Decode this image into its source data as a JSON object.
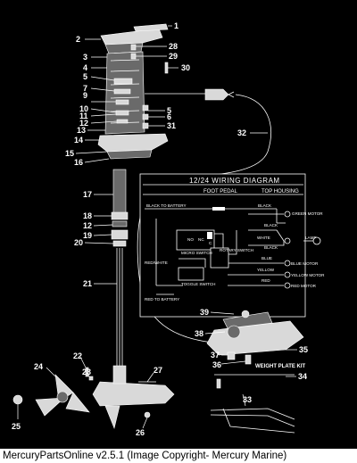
{
  "callouts": [
    {
      "id": "c1",
      "label": "1"
    },
    {
      "id": "c2",
      "label": "2"
    },
    {
      "id": "c3",
      "label": "3"
    },
    {
      "id": "c4",
      "label": "4"
    },
    {
      "id": "c5a",
      "label": "5"
    },
    {
      "id": "c5b",
      "label": "5"
    },
    {
      "id": "c6",
      "label": "6"
    },
    {
      "id": "c7",
      "label": "7"
    },
    {
      "id": "c9",
      "label": "9"
    },
    {
      "id": "c10",
      "label": "10"
    },
    {
      "id": "c11",
      "label": "11"
    },
    {
      "id": "c12a",
      "label": "12"
    },
    {
      "id": "c12b",
      "label": "12"
    },
    {
      "id": "c13",
      "label": "13"
    },
    {
      "id": "c14",
      "label": "14"
    },
    {
      "id": "c15",
      "label": "15"
    },
    {
      "id": "c16",
      "label": "16"
    },
    {
      "id": "c17",
      "label": "17"
    },
    {
      "id": "c18",
      "label": "18"
    },
    {
      "id": "c19",
      "label": "19"
    },
    {
      "id": "c20",
      "label": "20"
    },
    {
      "id": "c21",
      "label": "21"
    },
    {
      "id": "c22",
      "label": "22"
    },
    {
      "id": "c23",
      "label": "23"
    },
    {
      "id": "c24",
      "label": "24"
    },
    {
      "id": "c25",
      "label": "25"
    },
    {
      "id": "c26",
      "label": "26"
    },
    {
      "id": "c27",
      "label": "27"
    },
    {
      "id": "c28",
      "label": "28"
    },
    {
      "id": "c29",
      "label": "29"
    },
    {
      "id": "c30",
      "label": "30"
    },
    {
      "id": "c31",
      "label": "31"
    },
    {
      "id": "c32",
      "label": "32"
    },
    {
      "id": "c33",
      "label": "33"
    },
    {
      "id": "c34",
      "label": "34"
    },
    {
      "id": "c35",
      "label": "35"
    },
    {
      "id": "c36",
      "label": "36"
    },
    {
      "id": "c37",
      "label": "37"
    },
    {
      "id": "c38",
      "label": "38"
    },
    {
      "id": "c39",
      "label": "39"
    }
  ],
  "wiring": {
    "title": "12/24 WIRING DIAGRAM",
    "foot_pedal": "FOOT PEDAL",
    "top_housing": "TOP HOUSING",
    "black_to_battery": "BLACK TO BATTERY",
    "black1": "BLACK",
    "black2": "BLACK",
    "black3": "BLACK",
    "green_motor": "GREEN MOTOR",
    "lamp": "LAMP",
    "white": "WHITE",
    "no": "NO",
    "nc": "NC",
    "c": "C",
    "micro_switch": "MICRO SWITCH",
    "rotary_switch": "ROTARY SWITCH",
    "blue": "BLUE",
    "blue_motor": "BLUE MOTOR",
    "yellow": "YELLOW",
    "yellow_motor": "YELLOW MOTOR",
    "red": "RED",
    "red_motor": "RED MOTOR",
    "red_white": "RED/WHITE",
    "toggle_switch": "TOGGLE SWITCH",
    "red_to_battery": "RED TO BATTERY"
  },
  "weight_plate_kit": "WEIGHT PLATE KIT",
  "footer": "MercuryPartsOnline v2.5.1 (Image Copyright- Mercury Marine)"
}
